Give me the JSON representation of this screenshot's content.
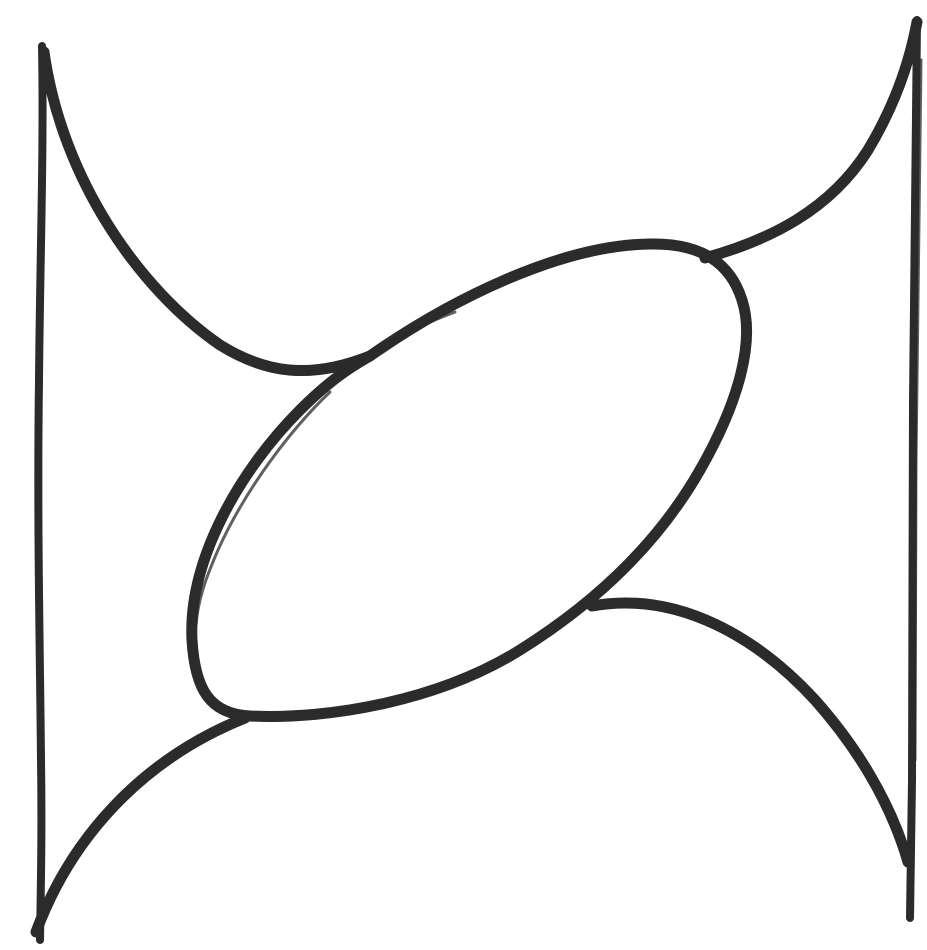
{
  "drawing": {
    "ink_color": "#2b2b2b",
    "paper_color": "#ffffff",
    "shapes": [
      "left-vertical-line",
      "right-vertical-line",
      "upper-left-curve",
      "upper-right-curve",
      "lower-left-curve",
      "lower-right-curve",
      "center-ellipse"
    ]
  }
}
